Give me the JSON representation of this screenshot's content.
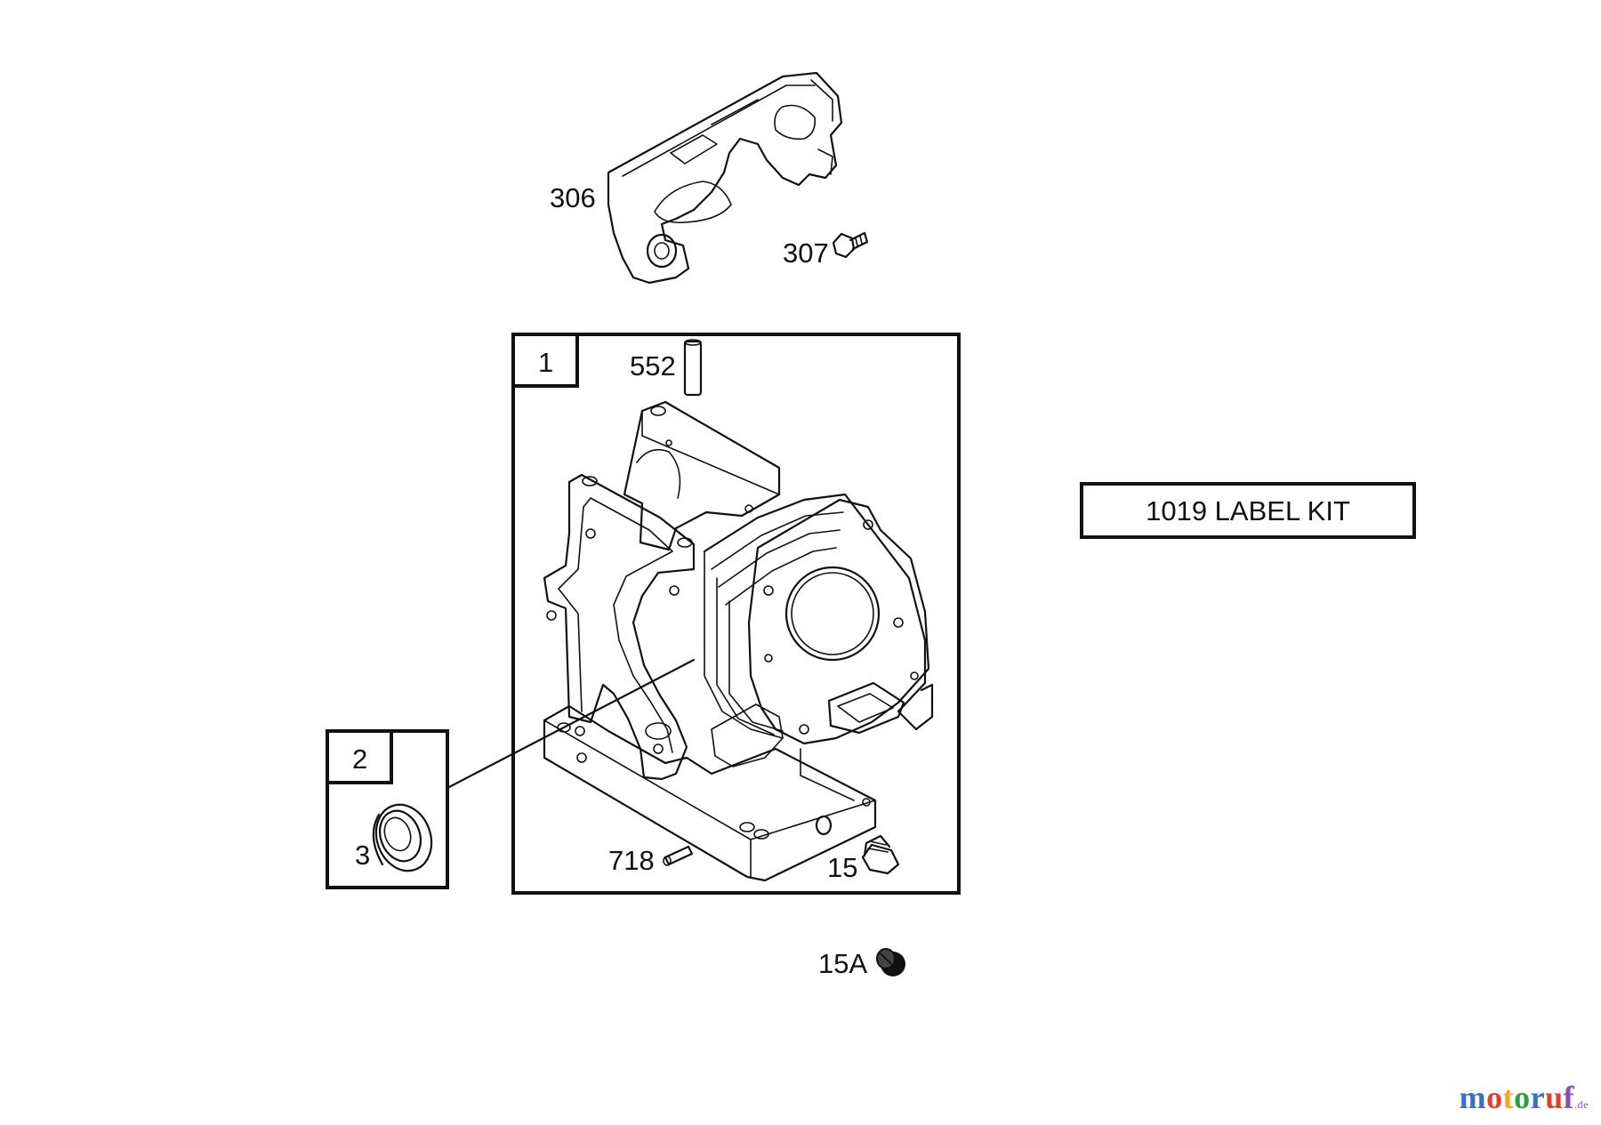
{
  "callouts": {
    "p306": "306",
    "p307": "307",
    "p1": "1",
    "p552": "552",
    "p2": "2",
    "p3": "3",
    "p718": "718",
    "p15": "15",
    "p15A": "15A"
  },
  "label_kit": "1019 LABEL KIT",
  "watermark": {
    "letters": [
      "m",
      "o",
      "t",
      "o",
      "r",
      "u",
      "f"
    ],
    "colors": [
      "#3a6fc4",
      "#e0402a",
      "#f2a623",
      "#2f9c48",
      "#3a6fc4",
      "#e0402a",
      "#8a4fb0"
    ],
    "suffix": ".de"
  }
}
